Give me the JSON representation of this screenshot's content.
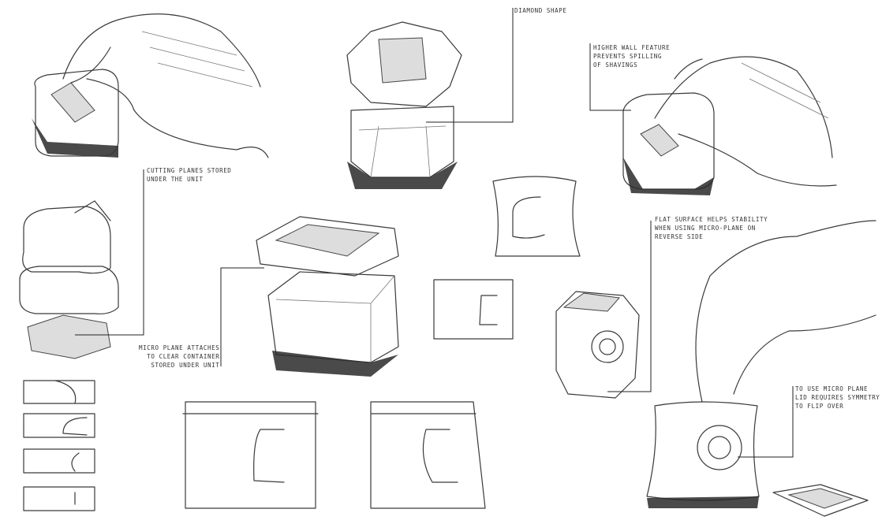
{
  "annotations": {
    "diamond_shape": "DIAMOND SHAPE",
    "higher_wall": [
      "HIGHER WALL FEATURE",
      "PREVENTS SPILLING",
      "OF SHAVINGS"
    ],
    "cutting_planes": [
      "CUTTING PLANES STORED",
      "UNDER THE UNIT"
    ],
    "micro_plane_attaches": [
      "MICRO PLANE ATTACHES",
      "TO CLEAR CONTAINER",
      "STORED UNDER UNIT"
    ],
    "flat_surface": [
      "FLAT SURFACE HELPS STABILITY",
      "WHEN USING MICRO-PLANE ON",
      "REVERSE SIDE"
    ],
    "to_use_micro_plane": [
      "TO USE MICRO PLANE",
      "LID REQUIRES SYMMETRY",
      "TO FLIP OVER"
    ]
  }
}
